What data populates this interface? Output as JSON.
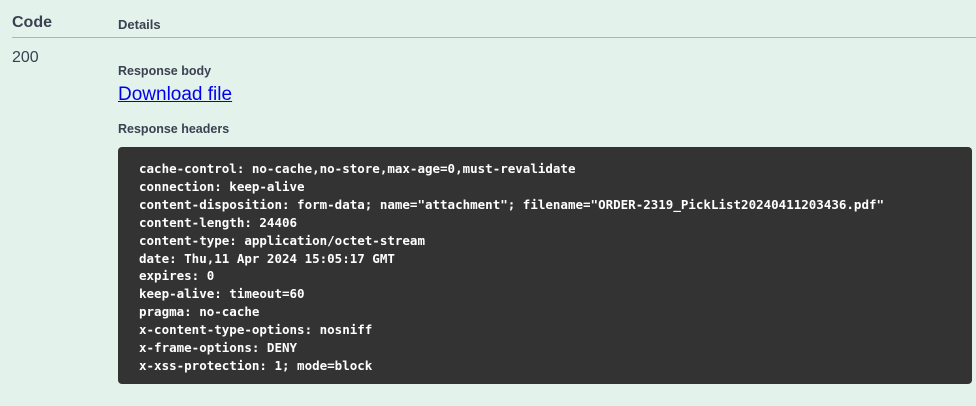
{
  "responses": {
    "columns": {
      "code": "Code",
      "details": "Details"
    },
    "row": {
      "status_code": "200",
      "response_body_label": "Response body",
      "download_link_label": "Download file",
      "response_headers_label": "Response headers",
      "headers": [
        "cache-control: no-cache,no-store,max-age=0,must-revalidate",
        "connection: keep-alive",
        "content-disposition: form-data; name=\"attachment\"; filename=\"ORDER-2319_PickList20240411203436.pdf\"",
        "content-length: 24406",
        "content-type: application/octet-stream",
        "date: Thu,11 Apr 2024 15:05:17 GMT",
        "expires: 0",
        "keep-alive: timeout=60",
        "pragma: no-cache",
        "x-content-type-options: nosniff",
        "x-frame-options: DENY",
        "x-xss-protection: 1; mode=block"
      ]
    },
    "colors": {
      "background": "#e3f2eb",
      "code_block_bg": "#333333",
      "code_block_text": "#ffffff",
      "heading_text": "#3b4151",
      "link": "#0100ee",
      "divider": "#a9b6b1"
    }
  }
}
